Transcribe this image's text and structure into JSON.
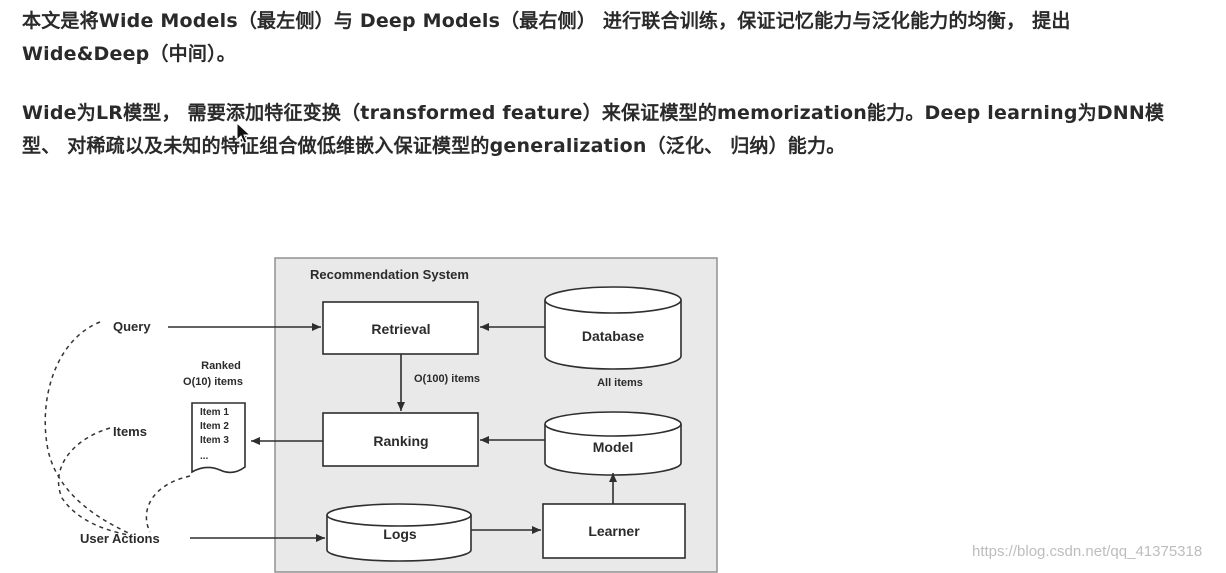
{
  "text": {
    "para1": "本文是将Wide Models（最左侧）与 Deep Models（最右侧） 进行联合训练，保证记忆能力与泛化能力的均衡， 提出Wide&Deep（中间）。",
    "para2": "Wide为LR模型， 需要添加特征变换（transformed feature）来保证模型的memorization能力。Deep learning为DNN模型、 对稀疏以及未知的特征组合做低维嵌入保证模型的generalization（泛化、 归纳）能力。"
  },
  "diagram": {
    "system_title": "Recommendation System",
    "nodes": {
      "retrieval": "Retrieval",
      "ranking": "Ranking",
      "database": "Database",
      "model": "Model",
      "logs": "Logs",
      "learner": "Learner"
    },
    "labels": {
      "all_items": "All items",
      "o100": "O(100) items",
      "ranked_line1": "Ranked",
      "ranked_line2": "O(10) items",
      "query": "Query",
      "items": "Items",
      "user_actions": "User Actions"
    },
    "doc_items": [
      "Item 1",
      "Item 2",
      "Item 3",
      "..."
    ]
  },
  "watermark": "https://blog.csdn.net/qq_41375318"
}
